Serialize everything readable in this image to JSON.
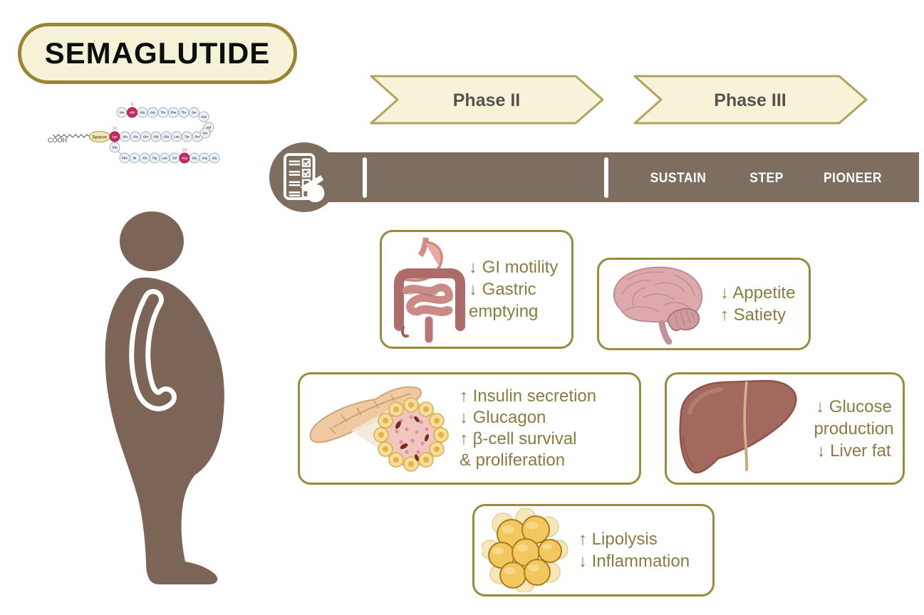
{
  "title": "SEMAGLUTIDE",
  "molecule": {
    "cooh_label": "COOH",
    "spacer_label": "Spacer",
    "row1": [
      "His",
      "Aib",
      "Glu",
      "Gly",
      "Thr",
      "Phe",
      "Thr",
      "Ser"
    ],
    "edge": [
      "Asp",
      "Val",
      "Ser"
    ],
    "row2": [
      "Lys",
      "Ala",
      "Ala",
      "Gln",
      "Gly",
      "Glu",
      "Leu",
      "Tyr",
      "Ser"
    ],
    "branch": "Glu",
    "row3": [
      "Phe",
      "Ile",
      "Ala",
      "Trp",
      "Leu",
      "Val",
      "Arg",
      "Gly",
      "Arg",
      "Gly"
    ],
    "highlights": {
      "row1": {
        "index": 1,
        "label": "8"
      },
      "row2": {
        "index": 0,
        "label": "26"
      },
      "row3": {
        "index": 6,
        "label": "34"
      }
    }
  },
  "phases": {
    "phase2": "Phase II",
    "phase3": "Phase III"
  },
  "timeline": {
    "trials": [
      "SUSTAIN",
      "STEP",
      "PIONEER"
    ]
  },
  "boxes": {
    "gi": {
      "lines": [
        "↓ GI motility",
        "↓ Gastric",
        "emptying"
      ]
    },
    "brain": {
      "lines": [
        "↓ Appetite",
        "↑ Satiety"
      ]
    },
    "pancreas": {
      "lines": [
        "↑ Insulin secretion",
        "↓ Glucagon",
        "↑ β-cell survival",
        "& proliferation"
      ]
    },
    "liver": {
      "lines": [
        "↓ Glucose",
        "production",
        "↓ Liver fat"
      ]
    },
    "fat": {
      "lines": [
        "↑ Lipolysis",
        "↓ Inflammation"
      ]
    }
  },
  "colors": {
    "accent_gold": "#9c8a3c",
    "cream": "#f6f2d7",
    "olive_text": "#8a7c3f",
    "bar_brown": "#7d6e60",
    "body_brown": "#7c6557",
    "highlight_red": "#c5295f"
  }
}
